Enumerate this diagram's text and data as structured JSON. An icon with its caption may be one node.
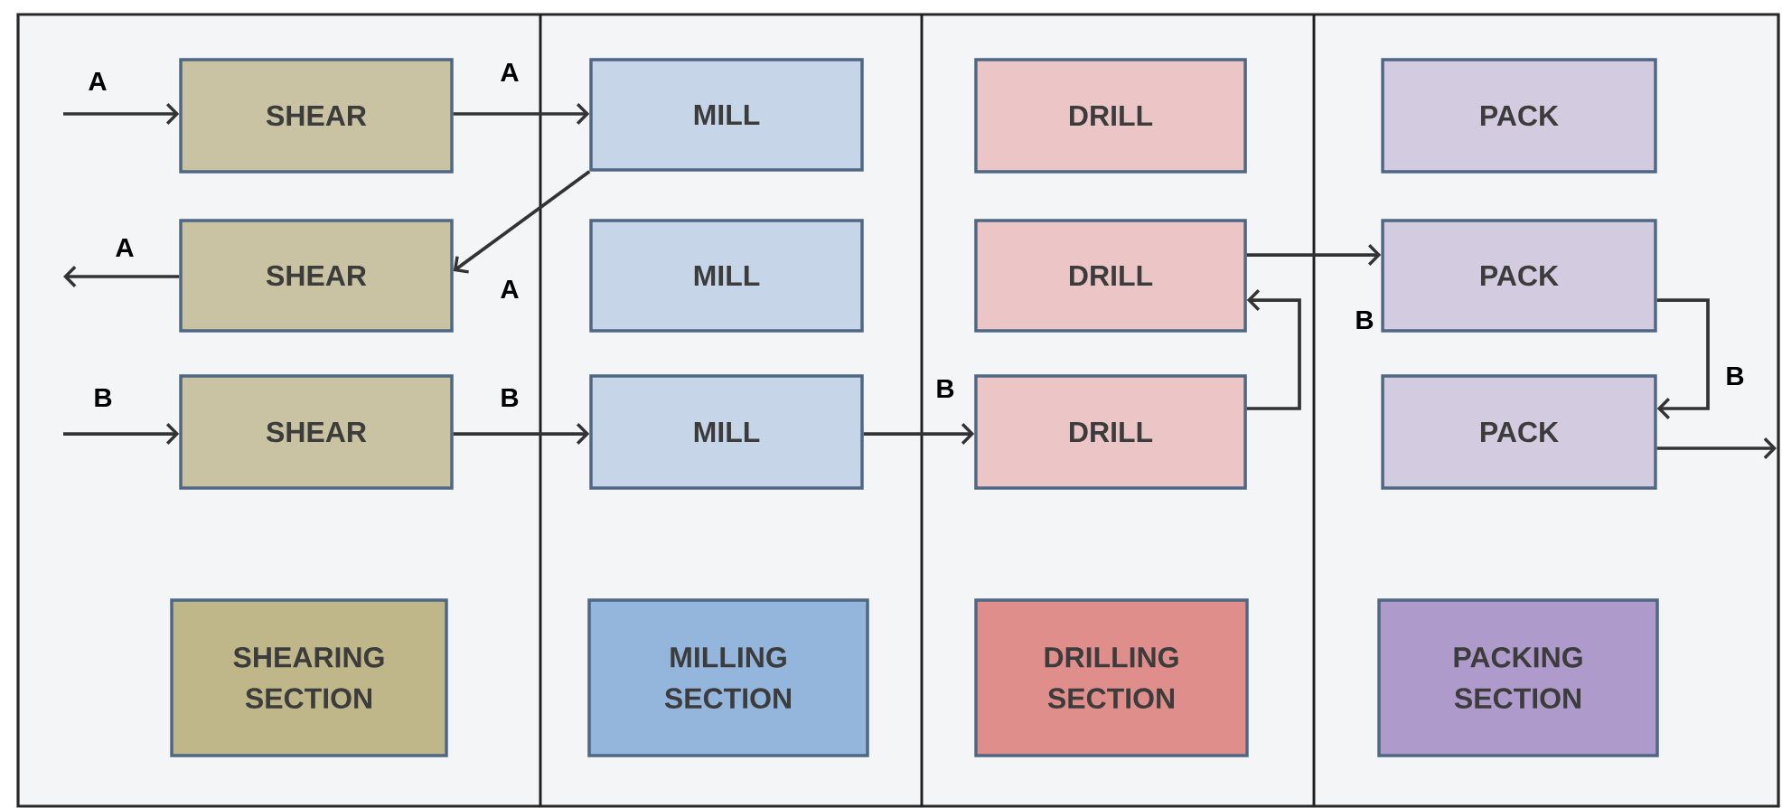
{
  "diagram": {
    "nodes": [
      {
        "text": [
          "SHEAR"
        ]
      },
      {
        "text": [
          "SHEAR"
        ]
      },
      {
        "text": [
          "SHEAR"
        ]
      },
      {
        "text": [
          "SHEARING SECTION"
        ]
      },
      {
        "text": [
          "MILL"
        ]
      },
      {
        "text": [
          "MILL"
        ]
      },
      {
        "text": [
          "MILL"
        ]
      },
      {
        "text": [
          "MILLING SECTION"
        ]
      },
      {
        "text": [
          "DRILL"
        ]
      },
      {
        "text": [
          "DRILL"
        ]
      },
      {
        "text": [
          "DRILL"
        ]
      },
      {
        "text": [
          "DRILLING SECTION"
        ]
      },
      {
        "text": [
          "PACK"
        ]
      },
      {
        "text": [
          "PACK"
        ]
      },
      {
        "text": [
          "PACK"
        ]
      },
      {
        "text": [
          "PACKING SECTION"
        ]
      }
    ],
    "edges": [
      {
        "from": null,
        "to": 0,
        "arrow": "to",
        "label": "A"
      },
      {
        "from": 0,
        "to": 4,
        "arrow": "to",
        "label": "A"
      },
      {
        "from": 4,
        "to": 1,
        "arrow": "to",
        "label": "A"
      },
      {
        "from": 1,
        "to": null,
        "arrow": "to",
        "label": "A"
      },
      {
        "from": null,
        "to": 2,
        "arrow": "to",
        "label": "B"
      },
      {
        "from": 2,
        "to": 6,
        "arrow": "to",
        "label": "B"
      },
      {
        "from": 6,
        "to": 10,
        "arrow": "to",
        "label": "B"
      },
      {
        "from": 10,
        "to": 9,
        "arrow": "to"
      },
      {
        "from": 9,
        "to": 13,
        "arrow": "to",
        "label": "B"
      },
      {
        "from": 13,
        "to": 14,
        "arrow": "to",
        "label": "B"
      },
      {
        "from": 14,
        "to": null,
        "arrow": "to"
      }
    ]
  }
}
